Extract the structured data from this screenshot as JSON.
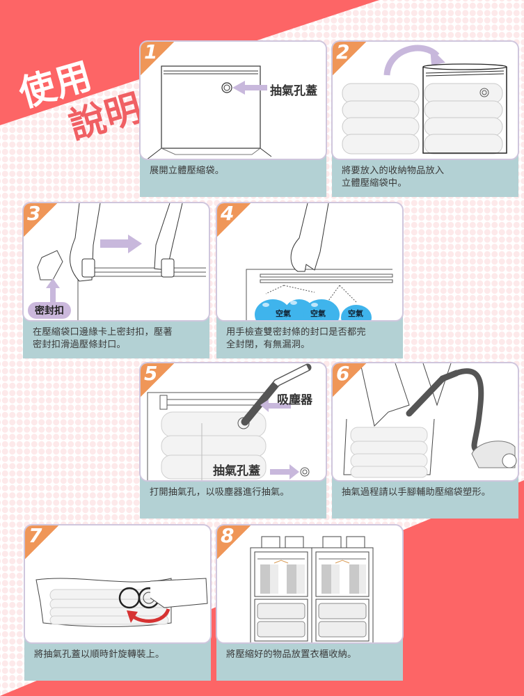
{
  "header": {
    "title_line1": "使用",
    "title_line2": "說明"
  },
  "colors": {
    "background_red": "#fd6566",
    "number_corner": "#ef9658",
    "caption_bg": "#b3d1d4",
    "arrow_lavender": "#c8b8dc",
    "card_border": "#cfc6dd",
    "air_bubble": "#3fb4ec",
    "rotate_arrow": "#d63232"
  },
  "steps": [
    {
      "number": "1",
      "caption": "展開立體壓縮袋。",
      "labels": {
        "valve_cap": "抽氣孔蓋"
      },
      "icon": "bag-unfolded-icon"
    },
    {
      "number": "2",
      "caption": "將要放入的收納物品放入立體壓縮袋中。",
      "caption_lines": [
        "將要放入的收納物品放入",
        "立體壓縮袋中。"
      ],
      "icon": "duvets-into-bag-icon"
    },
    {
      "number": "3",
      "caption": "在壓縮袋口邊緣卡上密封扣，壓著密封扣滑過壓條封口。",
      "caption_lines": [
        "在壓縮袋口邊緣卡上密封扣，壓著",
        "密封扣滑過壓條封口。"
      ],
      "labels": {
        "seal_clip": "密封扣"
      },
      "icon": "seal-clip-slide-icon"
    },
    {
      "number": "4",
      "caption": "用手檢查雙密封條的封口是否都完全封閉，有無漏洞。",
      "caption_lines": [
        "用手檢查雙密封條的封口是否都完",
        "全封閉，有無漏洞。"
      ],
      "labels": {
        "air": [
          "空氣",
          "空氣",
          "空氣"
        ]
      },
      "icon": "check-seal-icon"
    },
    {
      "number": "5",
      "caption": "打開抽氣孔，以吸塵器進行抽氣。",
      "labels": {
        "vacuum": "吸塵器",
        "valve_cap": "抽氣孔蓋"
      },
      "icon": "vacuum-nozzle-icon"
    },
    {
      "number": "6",
      "caption": "抽氣過程請以手腳輔助壓縮袋塑形。",
      "icon": "vacuum-cleaner-icon"
    },
    {
      "number": "7",
      "caption": "將抽氣孔蓋以順時針旋轉裝上。",
      "icon": "rotate-cap-icon"
    },
    {
      "number": "8",
      "caption": "將壓縮好的物品放置衣櫃收納。",
      "icon": "wardrobe-storage-icon"
    }
  ]
}
